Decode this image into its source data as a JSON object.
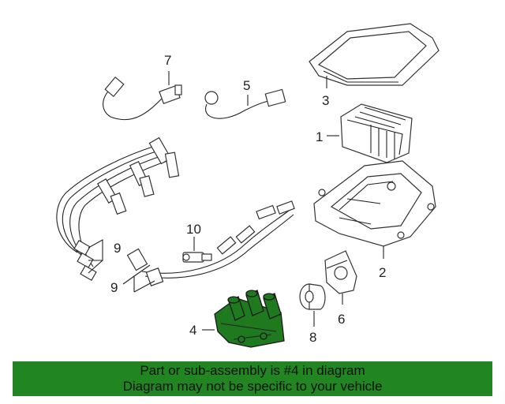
{
  "diagram": {
    "callouts": [
      {
        "id": "c1",
        "label": "1"
      },
      {
        "id": "c2",
        "label": "2"
      },
      {
        "id": "c3",
        "label": "3"
      },
      {
        "id": "c4",
        "label": "4"
      },
      {
        "id": "c5",
        "label": "5"
      },
      {
        "id": "c6",
        "label": "6"
      },
      {
        "id": "c7",
        "label": "7"
      },
      {
        "id": "c8",
        "label": "8"
      },
      {
        "id": "c9a",
        "label": "9"
      },
      {
        "id": "c9b",
        "label": "9"
      },
      {
        "id": "c10",
        "label": "10"
      }
    ],
    "highlight_color": "#1f7a1f"
  },
  "banner": {
    "line1": "Part or sub-assembly is #4 in diagram",
    "line2": "Diagram may not be specific to your vehicle",
    "background": "#218521"
  }
}
